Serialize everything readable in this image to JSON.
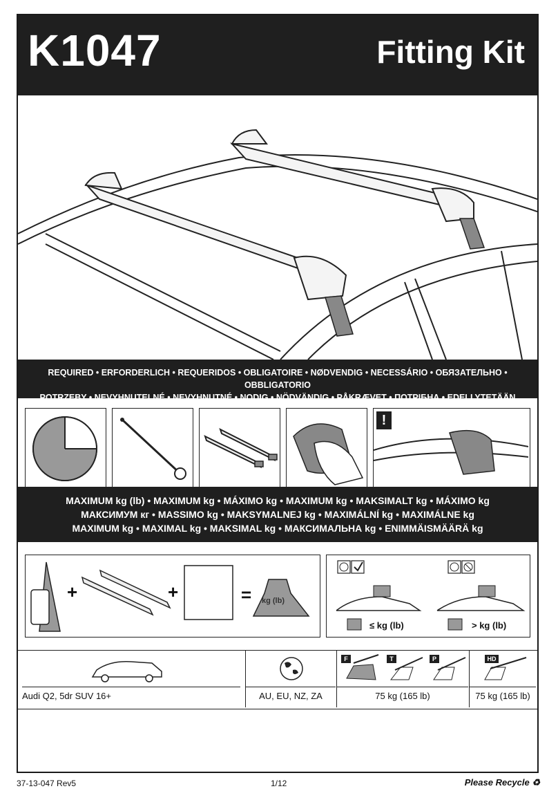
{
  "header": {
    "model": "K1047",
    "title": "Fitting Kit"
  },
  "required_band": {
    "line1": "REQUIRED • ERFORDERLICH • REQUERIDOS • OBLIGATOIRE • NØDVENDIG • NECESSÁRIO • ОБЯЗАТЕЛЬНО • OBBLIGATORIO",
    "line2": "POTRZEBY • NEVYHNUTELNÉ • NEVYHNUTNÉ • NODIG • NÖDVÄNDIG • PÅKRÆVET • ПОТРІБНА • EDELLYTETÄÄN"
  },
  "warning_symbol": "!",
  "maximum_band": {
    "line1": "MAXIMUM kg (lb) • MAXIMUM kg • MÁXIMO kg • MAXIMUM kg • MAKSIMALT kg • MÁXIMO kg",
    "line2": "МАКСИМУМ кг • MASSIMO kg • MAKSYMALNEJ kg • MAXIMÁLNÍ kg • MAXIMÁLNE kg",
    "line3": "MAXIMUM kg • MAXIMAL kg • MAKSIMAL kg • МАКСИМАЛЬНА kg • ENIMMÄISMÄÄRÄ kg"
  },
  "load_panel": {
    "plus1": "+",
    "plus2": "+",
    "equals": "=",
    "weight_label": "kg (lb)",
    "le_label": "≤ kg (lb)",
    "gt_label": "> kg (lb)",
    "small_weight_label": "kg (lb)"
  },
  "table": {
    "badges": [
      "F",
      "T",
      "P",
      "HD"
    ],
    "vehicle": "Audi Q2, 5dr SUV 16+",
    "regions": "AU, EU, NZ, ZA",
    "load_ftp": "75 kg (165 lb)",
    "load_hd": "75 kg (165 lb)"
  },
  "footer": {
    "code": "37-13-047 Rev5",
    "page": "1/12",
    "recycle": "Please Recycle ♻"
  }
}
